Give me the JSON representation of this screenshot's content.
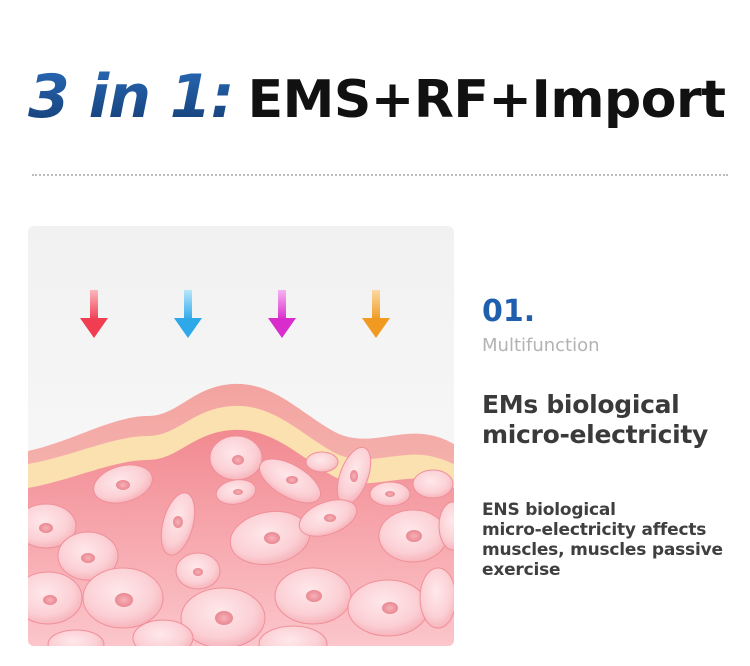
{
  "header": {
    "accent": "3 in 1:",
    "title": "EMS+RF+Import"
  },
  "feature": {
    "number": "01.",
    "subtitle": "Multifunction",
    "title_lines": [
      "EMs biological",
      "micro-electricity"
    ],
    "description_lines": [
      "ENS biological",
      "micro-electricity affects",
      "muscles, muscles passive",
      "exercise"
    ]
  },
  "colors": {
    "accent_blue": "#1f5fae",
    "arrow_red": "#f24a5c",
    "arrow_blue": "#43b6ee",
    "arrow_magenta": "#e23ed8",
    "arrow_orange": "#f3a736",
    "skin_top": "#f6a9a2",
    "fat_layer": "#fbe2b2",
    "tissue": "#f7a9b0"
  },
  "illustration": {
    "arrow_icons": [
      "arrow-down-icon-red",
      "arrow-down-icon-blue",
      "arrow-down-icon-magenta",
      "arrow-down-icon-orange"
    ]
  }
}
